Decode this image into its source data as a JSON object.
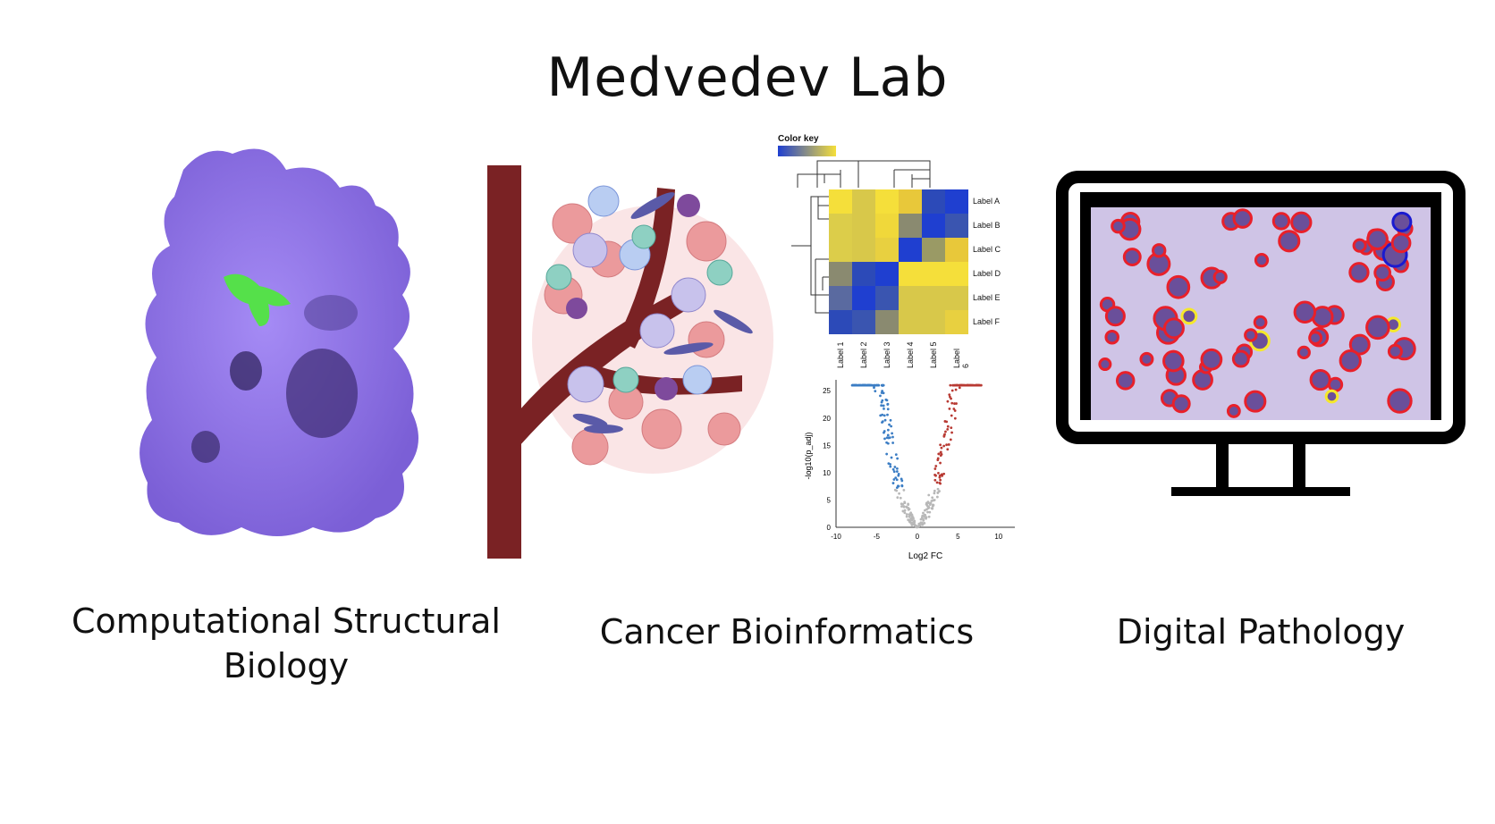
{
  "title": "Medvedev Lab",
  "panels": [
    {
      "label_line1": "Computational Structural",
      "label_line2": "Biology"
    },
    {
      "label": "Cancer Bioinformatics"
    },
    {
      "label": "Digital Pathology"
    }
  ],
  "heatmap": {
    "color_key_label": "Color key",
    "row_labels": [
      "Label A",
      "Label B",
      "Label C",
      "Label D",
      "Label E",
      "Label F"
    ],
    "col_labels": [
      "Label 1",
      "Label 2",
      "Label 3",
      "Label 4",
      "Label 5",
      "Label 6"
    ],
    "colors": {
      "low": "#1f3fd0",
      "high": "#f5df3a"
    }
  },
  "volcano": {
    "xlabel": "Log2 FC",
    "ylabel": "-log10(p_adj)",
    "x_ticks": [
      "-10",
      "-5",
      "0",
      "5",
      "10"
    ],
    "y_ticks": [
      "0",
      "5",
      "10",
      "15",
      "20",
      "25"
    ],
    "colors": {
      "down": "#3b7dc4",
      "up": "#b83a33",
      "ns": "#b8b8b8"
    }
  },
  "colors": {
    "protein": "#9a7ef0",
    "ligand": "#55e04a",
    "vessel": "#7a2224",
    "monitor": "#000000",
    "cell_outline": "#e8202a"
  }
}
